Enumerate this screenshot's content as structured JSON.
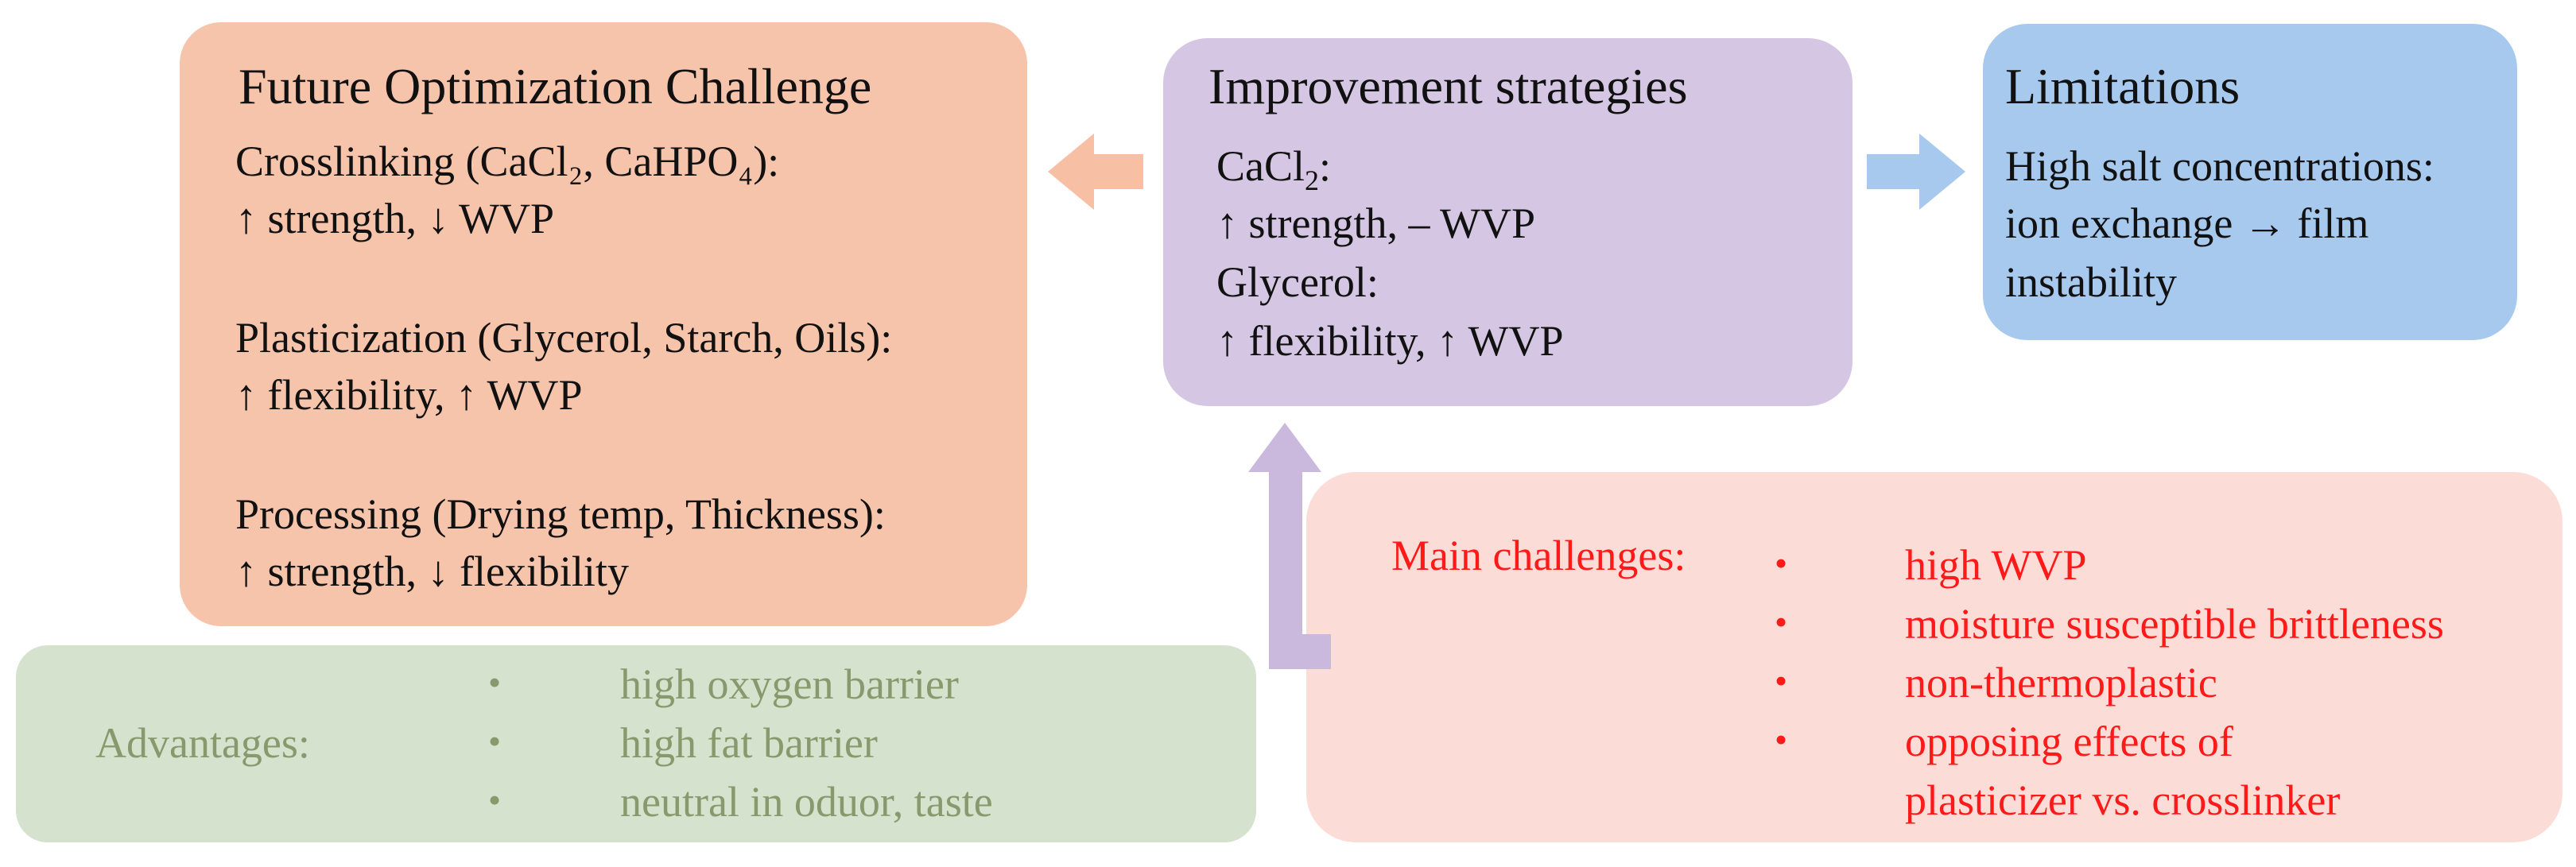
{
  "future": {
    "title": "Future Optimization Challenge",
    "lines": [
      "Crosslinking (CaCl₂, CaHPO₄):",
      "↑ strength, ↓ WVP",
      "Plasticization (Glycerol, Starch, Oils):",
      "↑ flexibility, ↑ WVP",
      "Processing (Drying temp, Thickness):",
      "↑ strength, ↓ flexibility"
    ]
  },
  "improvement": {
    "title": "Improvement strategies",
    "line1_base": "CaCl",
    "line1_sub": "2",
    "line1_suffix": ":",
    "line2": "↑ strength, – WVP",
    "line3": "Glycerol:",
    "line4": "↑ flexibility, ↑ WVP"
  },
  "limitations": {
    "title": "Limitations",
    "lines": [
      "High salt concentrations:",
      "ion exchange → film",
      "instability"
    ]
  },
  "advantages": {
    "label": "Advantages:",
    "bullet": "•",
    "items": [
      "high oxygen barrier",
      "high fat barrier",
      "neutral in oduor, taste"
    ]
  },
  "challenges": {
    "label": "Main challenges:",
    "bullet": "•",
    "items": [
      "high WVP",
      "moisture susceptible brittleness",
      "non-thermoplastic",
      "opposing effects of",
      "plasticizer vs. crosslinker"
    ]
  },
  "colors": {
    "future_bg": "#f6c4ab",
    "improvement_bg": "#d5c7e3",
    "limitations_bg": "#a7c9ee",
    "advantages_bg": "#d5e2cd",
    "challenges_bg": "#fcdcd6",
    "arrow_left": "#f7bfa3",
    "arrow_right": "#a7c9ee",
    "arrow_up": "#cbb8dd",
    "challenge_text": "#ff1a1a",
    "advantage_text": "#88996d"
  }
}
